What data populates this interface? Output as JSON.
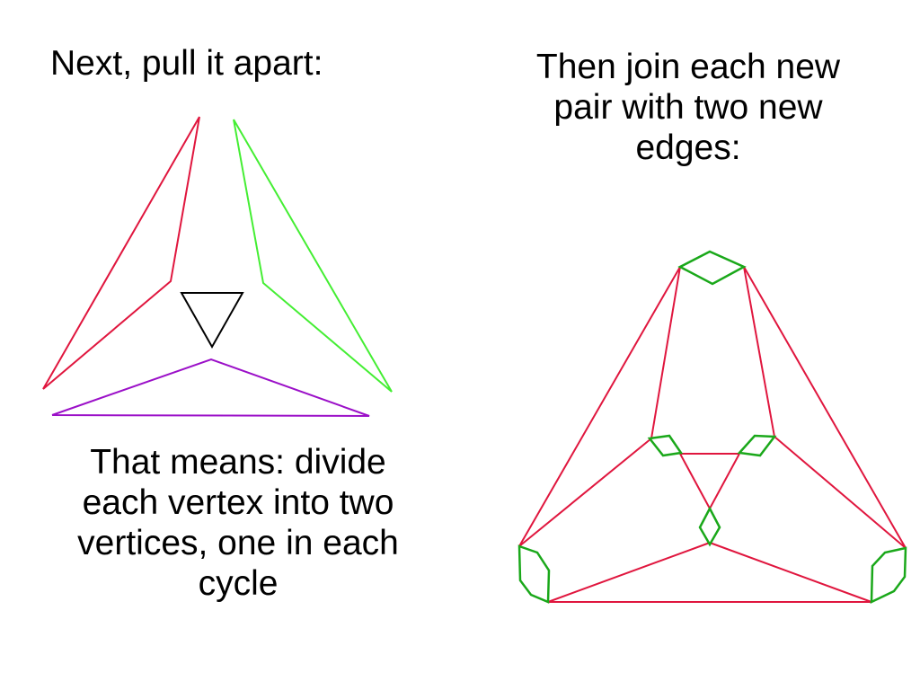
{
  "slide": {
    "heading_left": "Next, pull it apart:",
    "heading_right": "Then join each new\npair with two new\nedges:",
    "explanation": "That means: divide\neach vertex into two\nvertices, one in each\ncycle"
  },
  "colors": {
    "red": "#e0163e",
    "green": "#44ee33",
    "purple": "#9b10c8",
    "black": "#000000",
    "vertex_blob": "#1aa81a"
  }
}
